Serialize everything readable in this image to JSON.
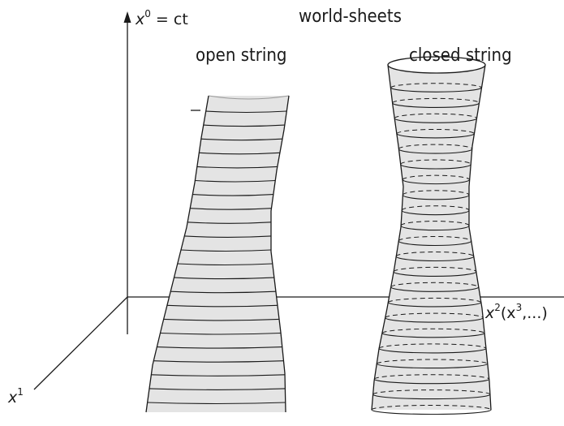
{
  "title": "world-sheets",
  "open_label": "open string",
  "closed_label": "closed string",
  "axes": {
    "x0": {
      "base": "x",
      "sup": "0",
      "rest": " = ct"
    },
    "x1": {
      "base": "x",
      "sup": "1"
    },
    "x2": {
      "base": "x",
      "sup": "2",
      "paren_open": "(x",
      "paren_sup": "3",
      "paren_close": ",...)"
    }
  },
  "colors": {
    "sheet_fill": "#e4e4e4",
    "line": "#1a1a1a"
  },
  "open_sheet": {
    "slice_count": 22
  },
  "closed_sheet": {
    "ring_count": 22,
    "back_of_ring": "dashed"
  }
}
